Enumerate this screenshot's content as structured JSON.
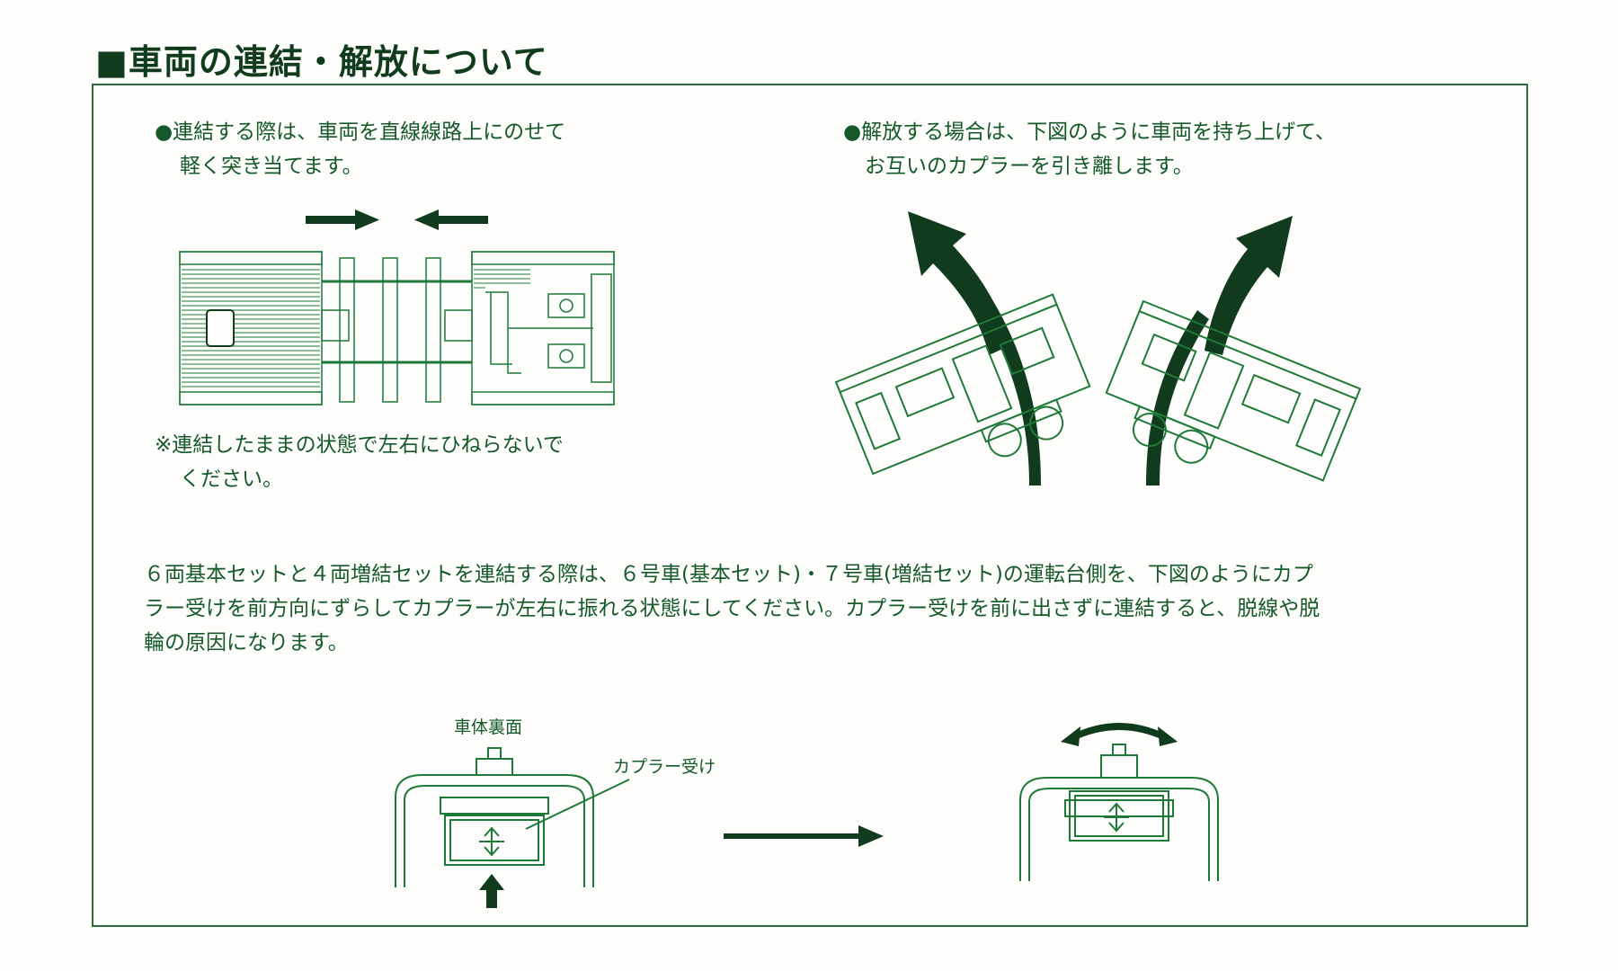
{
  "title": "■車両の連結・解放について",
  "connect_note": {
    "line1": "●連結する際は、車両を直線線路上にのせて",
    "line2": "軽く突き当てます。"
  },
  "release_note": {
    "line1": "●解放する場合は、下図のように車両を持ち上げて、",
    "line2": "お互いのカプラーを引き離します。"
  },
  "warning_note": {
    "line1": "※連結したままの状態で左右にひねらないで",
    "line2": "ください。"
  },
  "paragraph": {
    "line1": "６両基本セットと４両増結セットを連結する際は、６号車(基本セット)・７号車(増結セット)の運転台側を、下図のようにカプ",
    "line2": "ラー受けを前方向にずらしてカプラーが左右に振れる状態にしてください。カプラー受けを前に出さずに連結すると、脱線や脱",
    "line3": "輪の原因になります。"
  },
  "diagram_labels": {
    "body_underside": "車体裏面",
    "coupler_receiver": "カプラー受け"
  },
  "colors": {
    "line_green": "#1f7a3a",
    "dark_green": "#103b1c",
    "text_green": "#15592a"
  }
}
